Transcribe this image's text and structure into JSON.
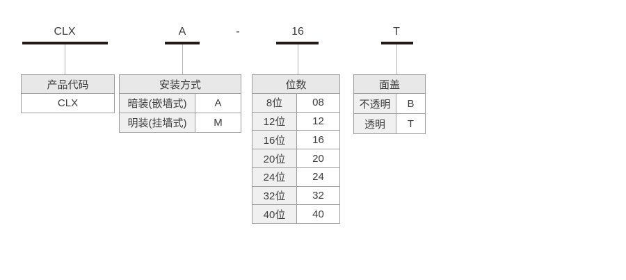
{
  "diagram": {
    "top_labels": [
      "CLX",
      "A",
      "-",
      "16",
      "T"
    ],
    "tables": [
      {
        "header": "产品代码",
        "rows": [
          {
            "label": "CLX"
          }
        ]
      },
      {
        "header": "安装方式",
        "rows": [
          {
            "label": "暗装(嵌墙式)",
            "value": "A"
          },
          {
            "label": "明装(挂墙式)",
            "value": "M"
          }
        ]
      },
      {
        "header": "位数",
        "rows": [
          {
            "label": "8位",
            "value": "08"
          },
          {
            "label": "12位",
            "value": "12"
          },
          {
            "label": "16位",
            "value": "16"
          },
          {
            "label": "20位",
            "value": "20"
          },
          {
            "label": "24位",
            "value": "24"
          },
          {
            "label": "32位",
            "value": "32"
          },
          {
            "label": "40位",
            "value": "40"
          }
        ]
      },
      {
        "header": "面盖",
        "rows": [
          {
            "label": "不透明",
            "value": "B"
          },
          {
            "label": "透明",
            "value": "T"
          }
        ]
      }
    ],
    "colors": {
      "bar": "#231a17",
      "border": "#9c9c9c",
      "header_bg": "#e9e8e8",
      "label_bg": "#f1f0f0",
      "text": "#3c3c3c"
    }
  }
}
